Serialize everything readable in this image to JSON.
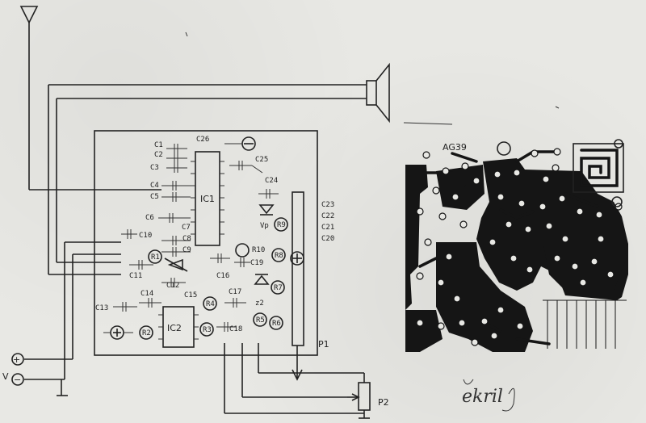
{
  "schematic": {
    "components_left": [
      "C1",
      "C2",
      "C3",
      "C4",
      "C5",
      "C6",
      "C7",
      "C8",
      "C9",
      "C10",
      "C11",
      "C12",
      "C13",
      "C14",
      "C15",
      "C16",
      "C17",
      "C18",
      "C19"
    ],
    "components_right": [
      "C23",
      "C22",
      "C21",
      "C20"
    ],
    "ic1": "IC1",
    "ic2": "IC2",
    "c25": "C25",
    "c24": "C24",
    "c26": "C26",
    "resistors": [
      "R1",
      "R2",
      "R3",
      "R4",
      "R5",
      "R6",
      "R7",
      "R8",
      "R9",
      "R10"
    ],
    "pots": {
      "p1": "P1",
      "p2": "P2"
    },
    "vp": "Vp",
    "zener": "z2",
    "plus": "+",
    "minus": "−",
    "v_label": "V"
  },
  "pcb": {
    "label": "AG39"
  },
  "signature": "ekril",
  "colors": {
    "ink": "#222222",
    "paper": "#e8e8e4",
    "copper": "#151515"
  }
}
